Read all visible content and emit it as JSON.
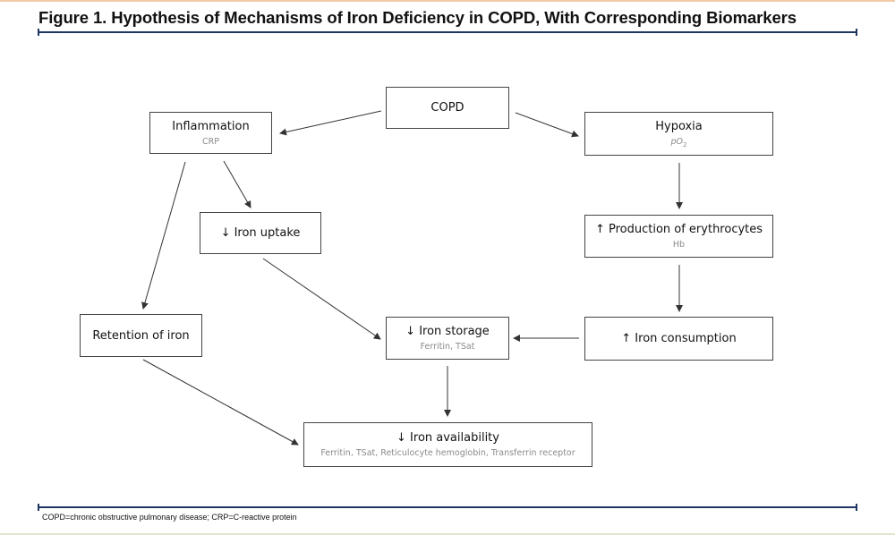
{
  "figure": {
    "title": "Figure 1. Hypothesis of Mechanisms of Iron Deficiency in COPD, With Corresponding Biomarkers",
    "footnote": "COPD=chronic obstructive pulmonary disease; CRP=C-reactive protein"
  },
  "nodes": {
    "copd": {
      "label": "COPD"
    },
    "inflammation": {
      "label": "Inflammation",
      "biomarker": "CRP"
    },
    "hypoxia": {
      "label": "Hypoxia",
      "biomarker_prefix": "pO",
      "biomarker_subscript": "2"
    },
    "iron_uptake": {
      "label": "↓ Iron uptake"
    },
    "production": {
      "label": "↑ Production of erythrocytes",
      "biomarker": "Hb"
    },
    "retention": {
      "label": "Retention of iron"
    },
    "iron_storage": {
      "label": "↓ Iron storage",
      "biomarker": "Ferritin, TSat"
    },
    "iron_consumption": {
      "label": "↑ Iron consumption"
    },
    "iron_availability": {
      "label": "↓ Iron availability",
      "biomarker": "Ferritin, TSat, Reticulocyte hemoglobin, Transferrin receptor"
    }
  },
  "edges": [
    {
      "from": "COPD",
      "to": "Inflammation"
    },
    {
      "from": "COPD",
      "to": "Hypoxia"
    },
    {
      "from": "Inflammation",
      "to": "Iron uptake"
    },
    {
      "from": "Inflammation",
      "to": "Retention of iron"
    },
    {
      "from": "Hypoxia",
      "to": "Production of erythrocytes"
    },
    {
      "from": "Production of erythrocytes",
      "to": "Iron consumption"
    },
    {
      "from": "Iron uptake",
      "to": "Iron storage"
    },
    {
      "from": "Iron consumption",
      "to": "Iron storage"
    },
    {
      "from": "Iron storage",
      "to": "Iron availability"
    },
    {
      "from": "Retention of iron",
      "to": "Iron availability"
    }
  ],
  "colors": {
    "rule": "#1f3760",
    "box_border": "#444444",
    "biomarker_text": "#8a8a8a",
    "arrow": "#333333"
  }
}
